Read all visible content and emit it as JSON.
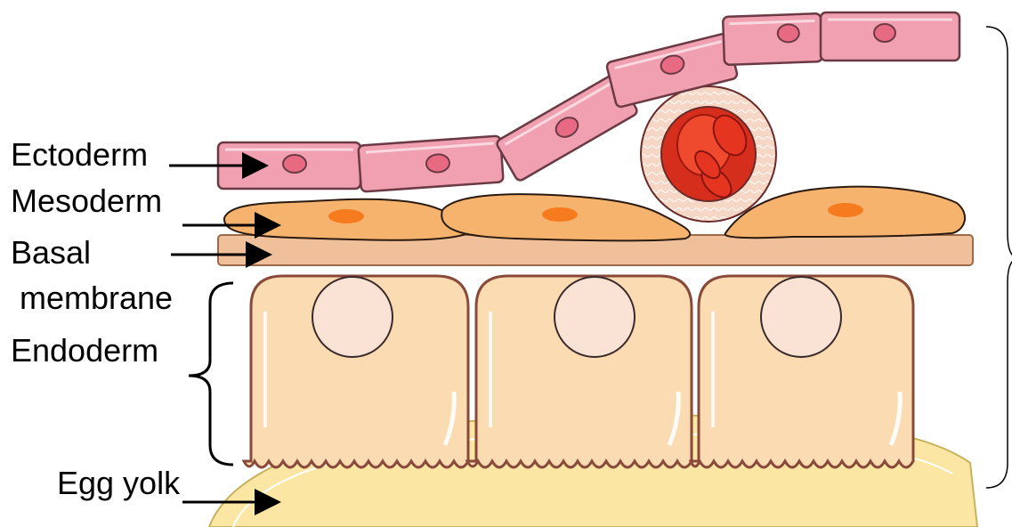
{
  "labels": {
    "ectoderm": "Ectoderm",
    "mesoderm": "Mesoderm",
    "basal_line1": "Basal",
    "basal_line2": "membrane",
    "endoderm": "Endoderm",
    "egg_yolk": "Egg yolk"
  },
  "colors": {
    "ectoderm_cell": "#f0a0b0",
    "ectoderm_outline": "#6b3a44",
    "ectoderm_nucleus": "#e86a82",
    "mesoderm_cell": "#f6b36d",
    "mesoderm_nucleus": "#f57b1e",
    "basal_membrane": "#f0c09a",
    "endoderm_cell": "#fbdcb2",
    "endoderm_outline": "#8a4a3a",
    "endoderm_nucleus": "#fae3d5",
    "egg_yolk": "#fbe7a3",
    "blood_vessel_wall": "#f3c9b4",
    "blood_cell": "#e8452b"
  }
}
